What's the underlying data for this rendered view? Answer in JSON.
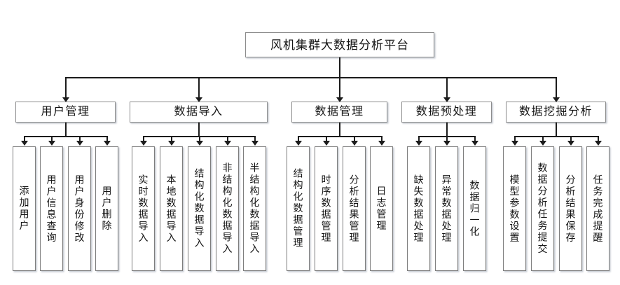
{
  "diagram": {
    "title": "风机集群大数据分析平台",
    "root": {
      "label": "风机集群大数据分析平台"
    },
    "branches": [
      {
        "label": "用户管理",
        "leaves": [
          {
            "label": "添加用户"
          },
          {
            "label": "用户信息查询"
          },
          {
            "label": "用户身份修改"
          },
          {
            "label": "用户删除"
          }
        ]
      },
      {
        "label": "数据导入",
        "leaves": [
          {
            "label": "实时数据导入"
          },
          {
            "label": "本地数据导入"
          },
          {
            "label": "结构化数据导入"
          },
          {
            "label": "非结构化数据导入"
          },
          {
            "label": "半结构化数据导入"
          }
        ]
      },
      {
        "label": "数据管理",
        "leaves": [
          {
            "label": "结构化数据管理"
          },
          {
            "label": "时序数据管理"
          },
          {
            "label": "分析结果管理"
          },
          {
            "label": "日志管理"
          }
        ]
      },
      {
        "label": "数据预处理",
        "leaves": [
          {
            "label": "缺失数据处理"
          },
          {
            "label": "异常数据处理"
          },
          {
            "label": "数据归一化"
          }
        ]
      },
      {
        "label": "数据挖掘分析",
        "leaves": [
          {
            "label": "模型参数设置"
          },
          {
            "label": "数据分析任务提交"
          },
          {
            "label": "分析结果保存"
          },
          {
            "label": "任务完成提醒"
          }
        ]
      }
    ],
    "colors": {
      "box_fill": "#ffffff",
      "box_border": "#8d8d8d",
      "leaf_border": "#7d7d7d",
      "connector": "#1b1b1b",
      "text": "#141414"
    }
  }
}
